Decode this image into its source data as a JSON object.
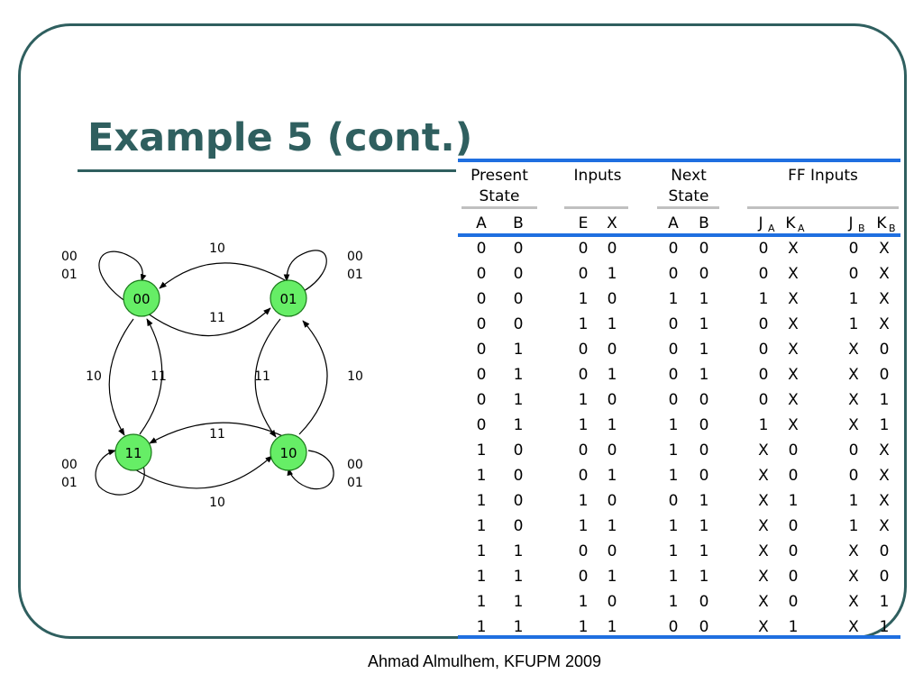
{
  "slide": {
    "title": "Example 5 (cont.)",
    "footer": "Ahmad Almulhem, KFUPM 2009"
  },
  "diagram": {
    "states": [
      "00",
      "01",
      "11",
      "10"
    ],
    "transitions": {
      "top": [
        "10",
        "11"
      ],
      "bottom": [
        "11",
        "10"
      ],
      "left": [
        "10",
        "11"
      ],
      "right": [
        "11",
        "10"
      ],
      "self_loop_top_left": [
        "00",
        "01"
      ],
      "self_loop_top_right": [
        "00",
        "01"
      ],
      "self_loop_bottom_left": [
        "00",
        "01"
      ],
      "self_loop_bottom_right": [
        "00",
        "01"
      ]
    },
    "colors": {
      "state_fill": "#66ee66",
      "state_stroke": "#1a7a1a"
    }
  },
  "table": {
    "groups": [
      "Present",
      "State",
      "Inputs",
      "Next",
      "State",
      "FF Inputs"
    ],
    "columns": [
      {
        "main": "A",
        "sub": ""
      },
      {
        "main": "B",
        "sub": ""
      },
      {
        "main": "E",
        "sub": ""
      },
      {
        "main": "X",
        "sub": ""
      },
      {
        "main": "A",
        "sub": ""
      },
      {
        "main": "B",
        "sub": ""
      },
      {
        "main": "J",
        "sub": "A"
      },
      {
        "main": "K",
        "sub": "A"
      },
      {
        "main": "J",
        "sub": "B"
      },
      {
        "main": "K",
        "sub": "B"
      }
    ],
    "rows": [
      [
        "0",
        "0",
        "0",
        "0",
        "0",
        "0",
        "0",
        "X",
        "0",
        "X"
      ],
      [
        "0",
        "0",
        "0",
        "1",
        "0",
        "0",
        "0",
        "X",
        "0",
        "X"
      ],
      [
        "0",
        "0",
        "1",
        "0",
        "1",
        "1",
        "1",
        "X",
        "1",
        "X"
      ],
      [
        "0",
        "0",
        "1",
        "1",
        "0",
        "1",
        "0",
        "X",
        "1",
        "X"
      ],
      [
        "0",
        "1",
        "0",
        "0",
        "0",
        "1",
        "0",
        "X",
        "X",
        "0"
      ],
      [
        "0",
        "1",
        "0",
        "1",
        "0",
        "1",
        "0",
        "X",
        "X",
        "0"
      ],
      [
        "0",
        "1",
        "1",
        "0",
        "0",
        "0",
        "0",
        "X",
        "X",
        "1"
      ],
      [
        "0",
        "1",
        "1",
        "1",
        "1",
        "0",
        "1",
        "X",
        "X",
        "1"
      ],
      [
        "1",
        "0",
        "0",
        "0",
        "1",
        "0",
        "X",
        "0",
        "0",
        "X"
      ],
      [
        "1",
        "0",
        "0",
        "1",
        "1",
        "0",
        "X",
        "0",
        "0",
        "X"
      ],
      [
        "1",
        "0",
        "1",
        "0",
        "0",
        "1",
        "X",
        "1",
        "1",
        "X"
      ],
      [
        "1",
        "0",
        "1",
        "1",
        "1",
        "1",
        "X",
        "0",
        "1",
        "X"
      ],
      [
        "1",
        "1",
        "0",
        "0",
        "1",
        "1",
        "X",
        "0",
        "X",
        "0"
      ],
      [
        "1",
        "1",
        "0",
        "1",
        "1",
        "1",
        "X",
        "0",
        "X",
        "0"
      ],
      [
        "1",
        "1",
        "1",
        "0",
        "1",
        "0",
        "X",
        "0",
        "X",
        "1"
      ],
      [
        "1",
        "1",
        "1",
        "1",
        "0",
        "0",
        "X",
        "1",
        "X",
        "1"
      ]
    ],
    "colors": {
      "rule_blue": "#1f6fe0",
      "rule_gray": "#c0c0c0"
    }
  }
}
